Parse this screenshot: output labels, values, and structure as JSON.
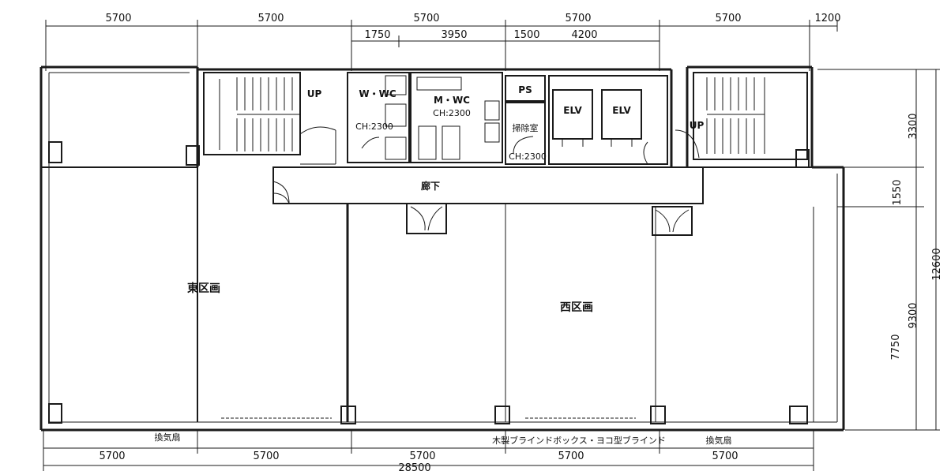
{
  "drawing": {
    "top_dimensions": [
      "5700",
      "5700",
      "5700",
      "5700",
      "5700",
      "1200"
    ],
    "sub_dimensions": [
      "1750",
      "3950",
      "1500",
      "4200"
    ],
    "bottom_dimensions": [
      "5700",
      "5700",
      "5700",
      "5700",
      "5700"
    ],
    "total_width": "28500",
    "right_dimensions": [
      "3300",
      "1550",
      "12600",
      "9300",
      "7750"
    ],
    "rooms": {
      "stair_west": "UP",
      "stair_east": "UP",
      "women_wc": "W・WC",
      "women_wc_ch": "CH:2300",
      "men_wc": "M・WC",
      "men_wc_ch": "CH:2300",
      "ps": "PS",
      "cleaning": "掃除室",
      "cleaning_ch": "CH:2300",
      "elv1": "ELV",
      "elv2": "ELV",
      "corridor": "廊下"
    },
    "areas": {
      "east": "東区画",
      "west": "西区画"
    },
    "notes": {
      "vent_west": "換気扇",
      "vent_east": "換気扇",
      "blind": "木製ブラインドボックス・ヨコ型ブラインド"
    }
  }
}
